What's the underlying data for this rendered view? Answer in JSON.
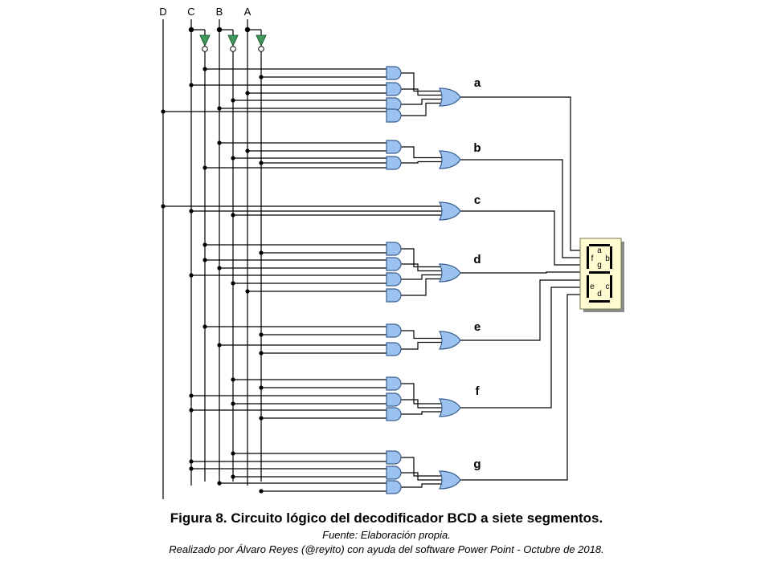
{
  "diagram": {
    "inputs": [
      "D",
      "C",
      "B",
      "A"
    ],
    "outputs": [
      "a",
      "b",
      "c",
      "d",
      "e",
      "f",
      "g"
    ],
    "display": {
      "segments": [
        "a",
        "f",
        "g",
        "b",
        "e",
        "c",
        "d"
      ]
    },
    "colors": {
      "gate_fill": "#9cc3f0",
      "gate_stroke": "#3a5f8f",
      "inverter_fill": "#3f9a5a",
      "display_fill": "#fffbd0",
      "wire": "#000000"
    }
  },
  "caption": {
    "title": "Figura 8. Circuito lógico del decodificador BCD a siete segmentos.",
    "source": "Fuente: Elaboración propia.",
    "credit": "Realizado por Álvaro Reyes (@reyito) con ayuda del software Power Point - Octubre de 2018."
  }
}
